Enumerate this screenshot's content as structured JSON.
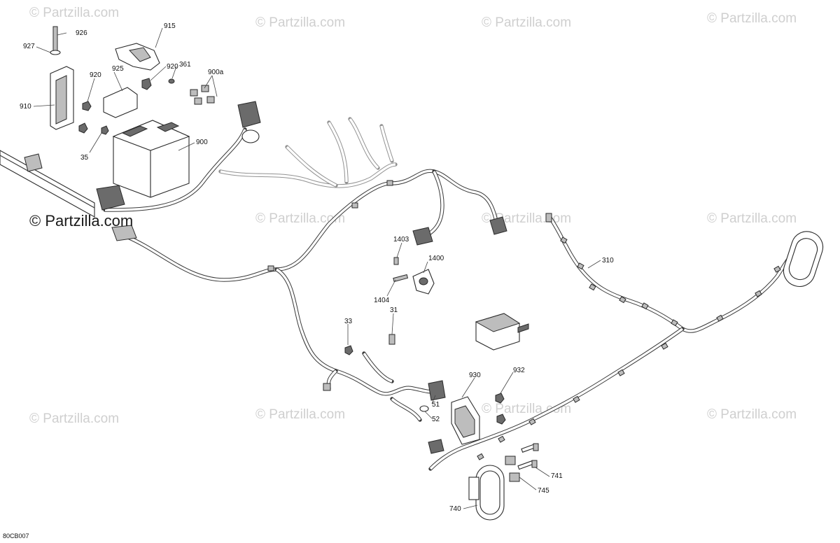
{
  "diagram": {
    "figure_code": "80CB007",
    "watermark_text": "© Partzilla.com",
    "watermark_primary_text": "© Partzilla.com",
    "callouts": [
      "926",
      "927",
      "915",
      "920",
      "920",
      "925",
      "361",
      "900a",
      "910",
      "35",
      "900",
      "1403",
      "1400",
      "1404",
      "33",
      "31",
      "310",
      "930",
      "932",
      "51",
      "52",
      "741",
      "745",
      "740"
    ]
  }
}
